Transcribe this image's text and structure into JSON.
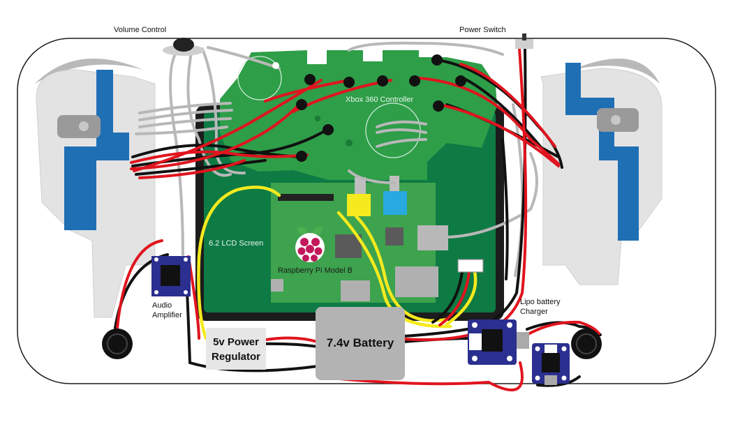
{
  "labels": {
    "volume_control": "Volume Control",
    "power_switch": "Power Switch",
    "xbox_controller": "Xbox 360 Controller",
    "lcd_screen": "6.2 LCD Screen",
    "raspberry_pi": "Raspberry Pi Model B",
    "audio_amplifier_line1": "Audio",
    "audio_amplifier_line2": "Amplifier",
    "lipo_charger_line1": "Lipo battery",
    "lipo_charger_line2": "Charger",
    "regulator_line1": "5v Power",
    "regulator_line2": "Regulator",
    "battery": "7.4v Battery"
  },
  "colors": {
    "case_outline": "#1a1a1a",
    "lcd_frame": "#1c1c1c",
    "lcd_panel": "#0e7a44",
    "controller_pcb": "#2e9e48",
    "pi_board": "#3da34e",
    "grip_blue": "#1f6fb5",
    "grip_light": "#e3e3e3",
    "battery_gray": "#b3b3b3",
    "regulator_gray": "#e6e6e6",
    "chip_board_blue": "#2b2f8f",
    "wire_red": "#e0141e",
    "wire_black": "#111111",
    "wire_yellow": "#f5ea1e",
    "wire_gray": "#b8b8b8"
  }
}
